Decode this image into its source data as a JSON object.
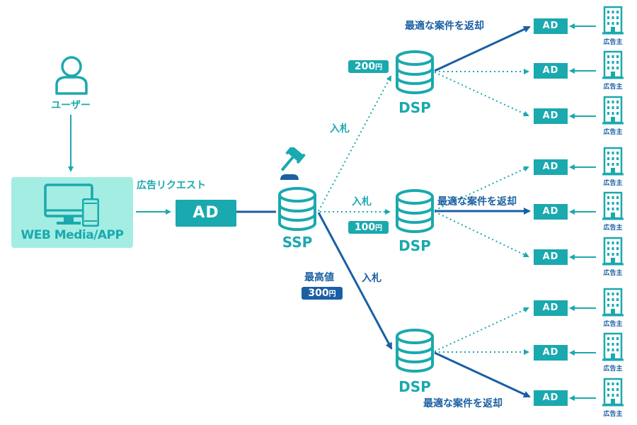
{
  "user": {
    "label": "ユーザー",
    "icon": "person-icon"
  },
  "media": {
    "label": "WEB Media/APP",
    "icons": [
      "monitor-icon",
      "smartphone-icon"
    ]
  },
  "request": {
    "label": "広告リクエスト",
    "ad_label": "AD"
  },
  "ssp": {
    "label": "SSP",
    "icon": "auction-hammer-icon"
  },
  "bids": [
    {
      "bid_label": "入札",
      "price_value": "200",
      "price_unit": "円",
      "return_label": "最適な案件を返却",
      "dsp_label": "DSP"
    },
    {
      "bid_label": "入札",
      "price_value": "100",
      "price_unit": "円",
      "return_label": "最適な案件を返却",
      "dsp_label": "DSP"
    },
    {
      "bid_label": "入札",
      "price_value": "300",
      "price_unit": "円",
      "return_label": "最適な案件を返却",
      "dsp_label": "DSP",
      "highest_label": "最高値"
    }
  ],
  "ad_slots": [
    "AD",
    "AD",
    "AD",
    "AD",
    "AD",
    "AD",
    "AD",
    "AD",
    "AD"
  ],
  "advertiser_label": "広告主",
  "colors": {
    "teal": "#1aa9ae",
    "navy": "#1a5fa3",
    "mint": "#a3ede2"
  }
}
